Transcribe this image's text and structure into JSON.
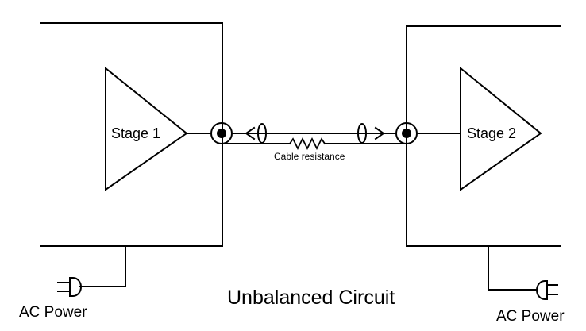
{
  "diagram": {
    "stage1_label": "Stage 1",
    "stage2_label": "Stage 2",
    "cable_label": "Cable resistance",
    "title": "Unbalanced Circuit",
    "ac_power_left": "AC Power",
    "ac_power_right": "AC Power"
  },
  "colors": {
    "line": "#000000",
    "background": "#ffffff"
  }
}
